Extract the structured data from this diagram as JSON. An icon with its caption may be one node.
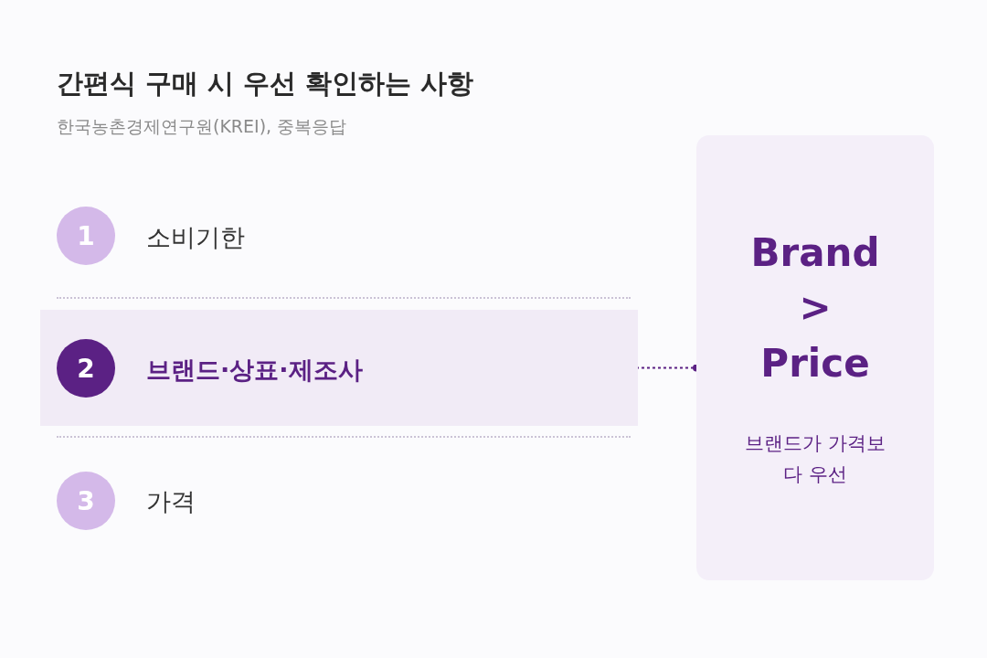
{
  "diagram": {
    "title": "간편식 구매 시 우선 확인하는 사항",
    "caption": "한국농촌경제연구원(KREI), 중복응답",
    "nodes": [
      {
        "text": [
          "1"
        ],
        "beside": [
          "소비기한"
        ]
      },
      {
        "text": [
          "브랜드·상표·제조사"
        ]
      },
      {
        "text": [
          "2"
        ],
        "in": 1
      },
      {
        "text": [
          "3"
        ],
        "beside": [
          "가격"
        ]
      },
      {
        "text": [
          "Brand > Price",
          "브랜드가 가격보다 우선"
        ]
      }
    ],
    "edges": [
      {
        "from": 1,
        "to": 4,
        "arrow": "other",
        "style": "dashed"
      }
    ]
  }
}
